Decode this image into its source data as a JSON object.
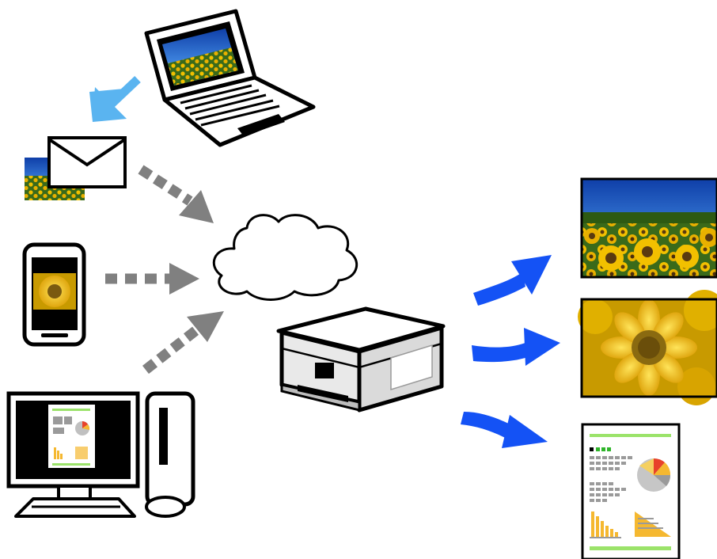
{
  "diagram": {
    "sources": [
      {
        "id": "laptop",
        "icon": "laptop-icon"
      },
      {
        "id": "email",
        "icon": "envelope-icon"
      },
      {
        "id": "smartphone",
        "icon": "smartphone-icon"
      },
      {
        "id": "desktop",
        "icon": "desktop-computer-icon"
      }
    ],
    "hub": {
      "icon": "cloud-icon"
    },
    "device": {
      "icon": "printer-icon"
    },
    "outputs": [
      {
        "id": "photo-field",
        "icon": "sunflower-field-photo-icon"
      },
      {
        "id": "photo-closeup",
        "icon": "sunflower-closeup-photo-icon"
      },
      {
        "id": "report",
        "icon": "report-document-icon"
      }
    ]
  },
  "colors": {
    "outline": "#000000",
    "arrow_light_blue": "#5ab4f0",
    "arrow_gray": "#808080",
    "arrow_blue": "#1452f5",
    "sky": "#1e5fc0",
    "sunflower_yellow": "#f2c000",
    "foliage": "#3a6a1a",
    "chart_green": "#9be36a",
    "chart_orange": "#f5b830",
    "chart_red": "#e8422a",
    "chart_gray": "#9a9a9a"
  }
}
